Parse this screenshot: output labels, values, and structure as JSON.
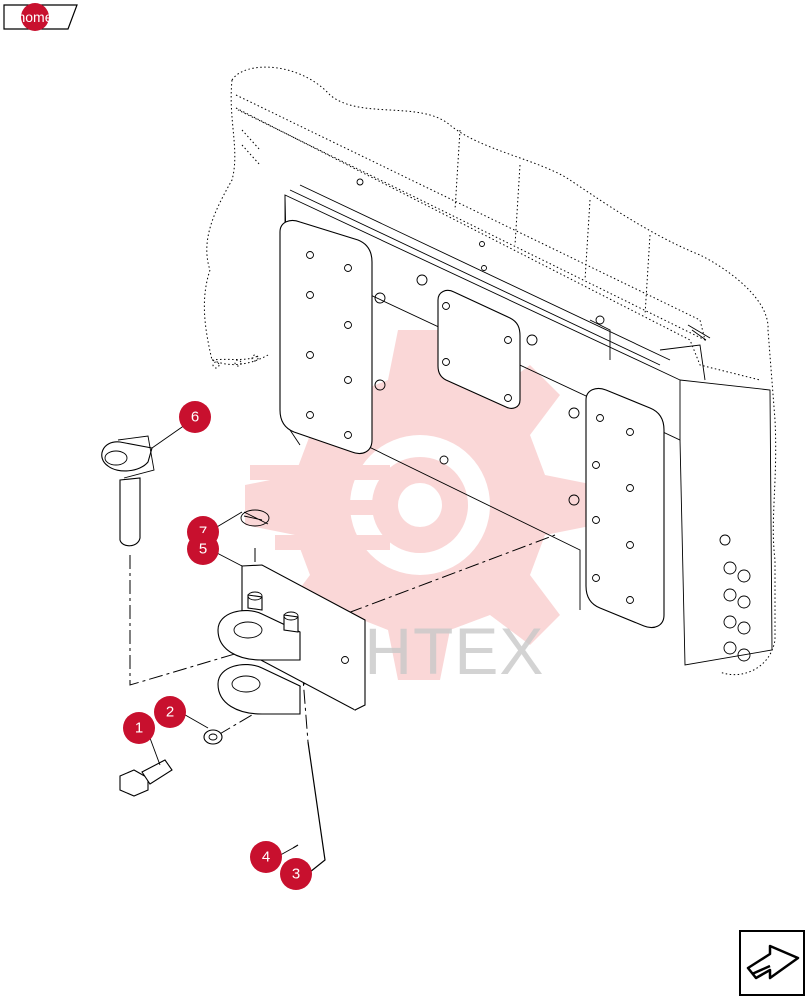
{
  "nav": {
    "home_label": "home"
  },
  "watermark": {
    "text": "VIHTEX"
  },
  "callouts": [
    {
      "id": "callout-1",
      "label": "1"
    },
    {
      "id": "callout-2",
      "label": "2"
    },
    {
      "id": "callout-3",
      "label": "3"
    },
    {
      "id": "callout-4",
      "label": "4"
    },
    {
      "id": "callout-5",
      "label": "5"
    },
    {
      "id": "callout-6",
      "label": "6"
    },
    {
      "id": "callout-7",
      "label": "7"
    }
  ],
  "colors": {
    "callout": "#c8102e",
    "watermark_logo": "#f6b7b7",
    "watermark_text": "#c9c9c9"
  },
  "icons": {
    "next_page": "next-page-arrow-icon",
    "home": "home-button"
  }
}
